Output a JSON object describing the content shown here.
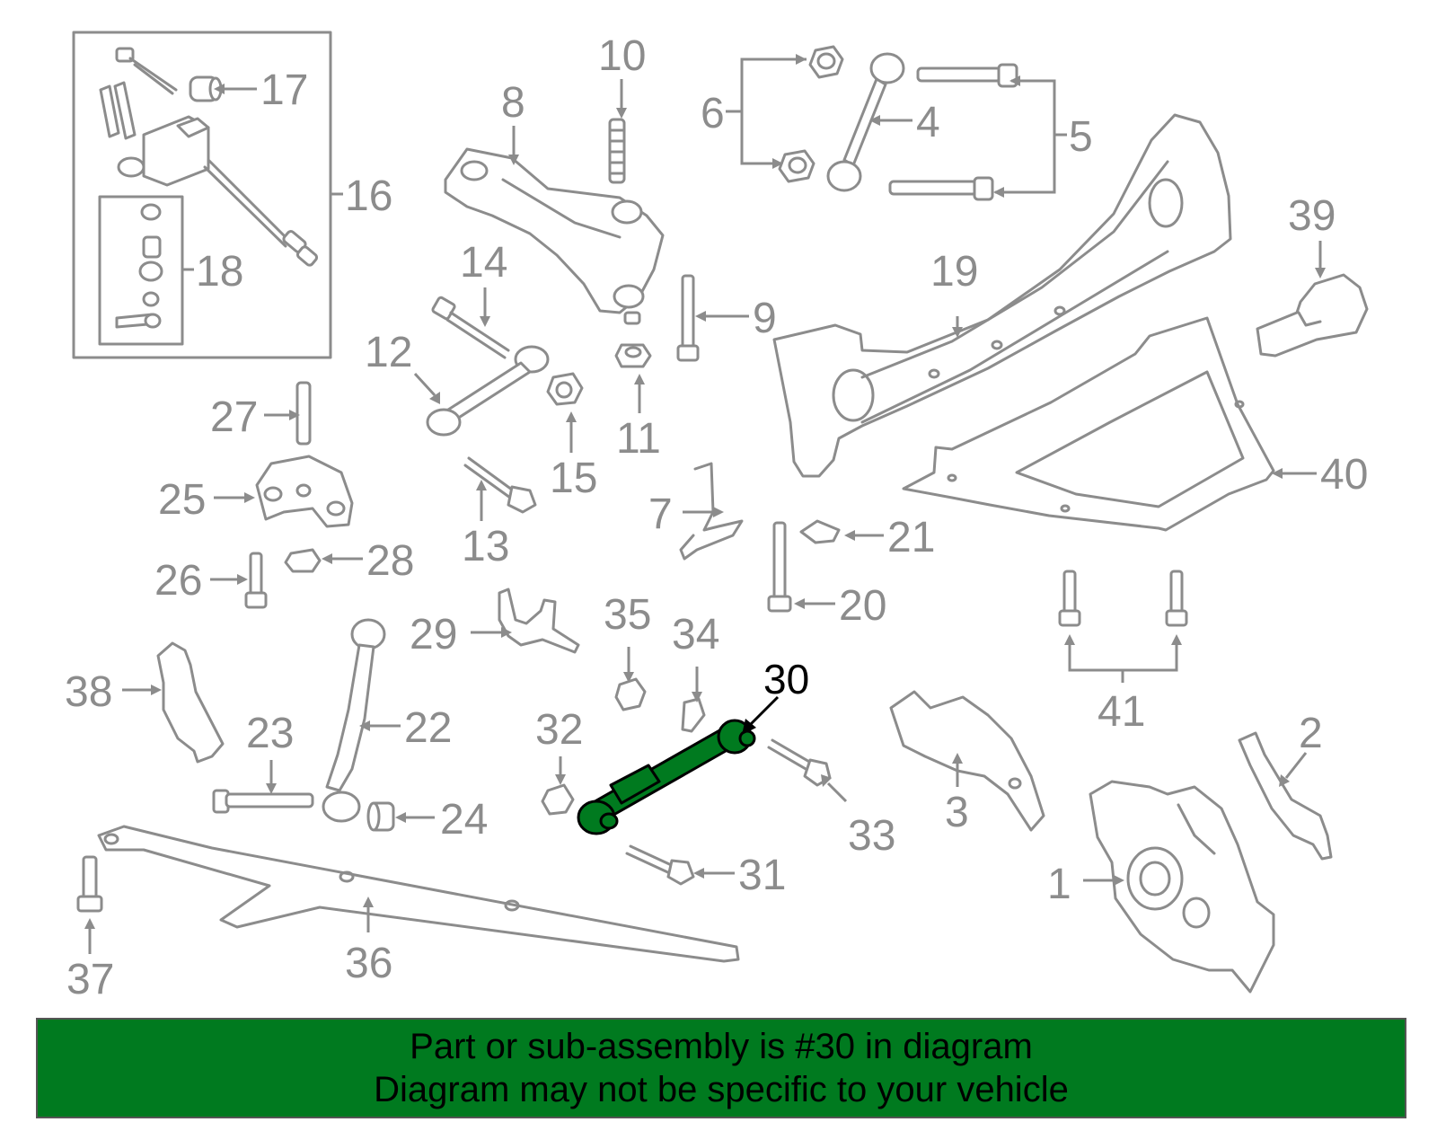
{
  "colors": {
    "line_gray": "#8c8c8c",
    "highlight_green": "#007a1f",
    "banner_green": "#007a1f",
    "text_black": "#000000"
  },
  "highlighted_part": "30",
  "callouts": {
    "c1": "1",
    "c2": "2",
    "c3": "3",
    "c4": "4",
    "c5": "5",
    "c6": "6",
    "c7": "7",
    "c8": "8",
    "c9": "9",
    "c10": "10",
    "c11": "11",
    "c12": "12",
    "c13": "13",
    "c14": "14",
    "c15": "15",
    "c16": "16",
    "c17": "17",
    "c18": "18",
    "c19": "19",
    "c20": "20",
    "c21": "21",
    "c22": "22",
    "c23": "23",
    "c24": "24",
    "c25": "25",
    "c26": "26",
    "c27": "27",
    "c28": "28",
    "c29": "29",
    "c30": "30",
    "c31": "31",
    "c32": "32",
    "c33": "33",
    "c34": "34",
    "c35": "35",
    "c36": "36",
    "c37": "37",
    "c38": "38",
    "c39": "39",
    "c40": "40",
    "c41": "41"
  },
  "banner": {
    "line1": "Part or sub-assembly is #30 in diagram",
    "line2": "Diagram may not be specific to your vehicle"
  }
}
